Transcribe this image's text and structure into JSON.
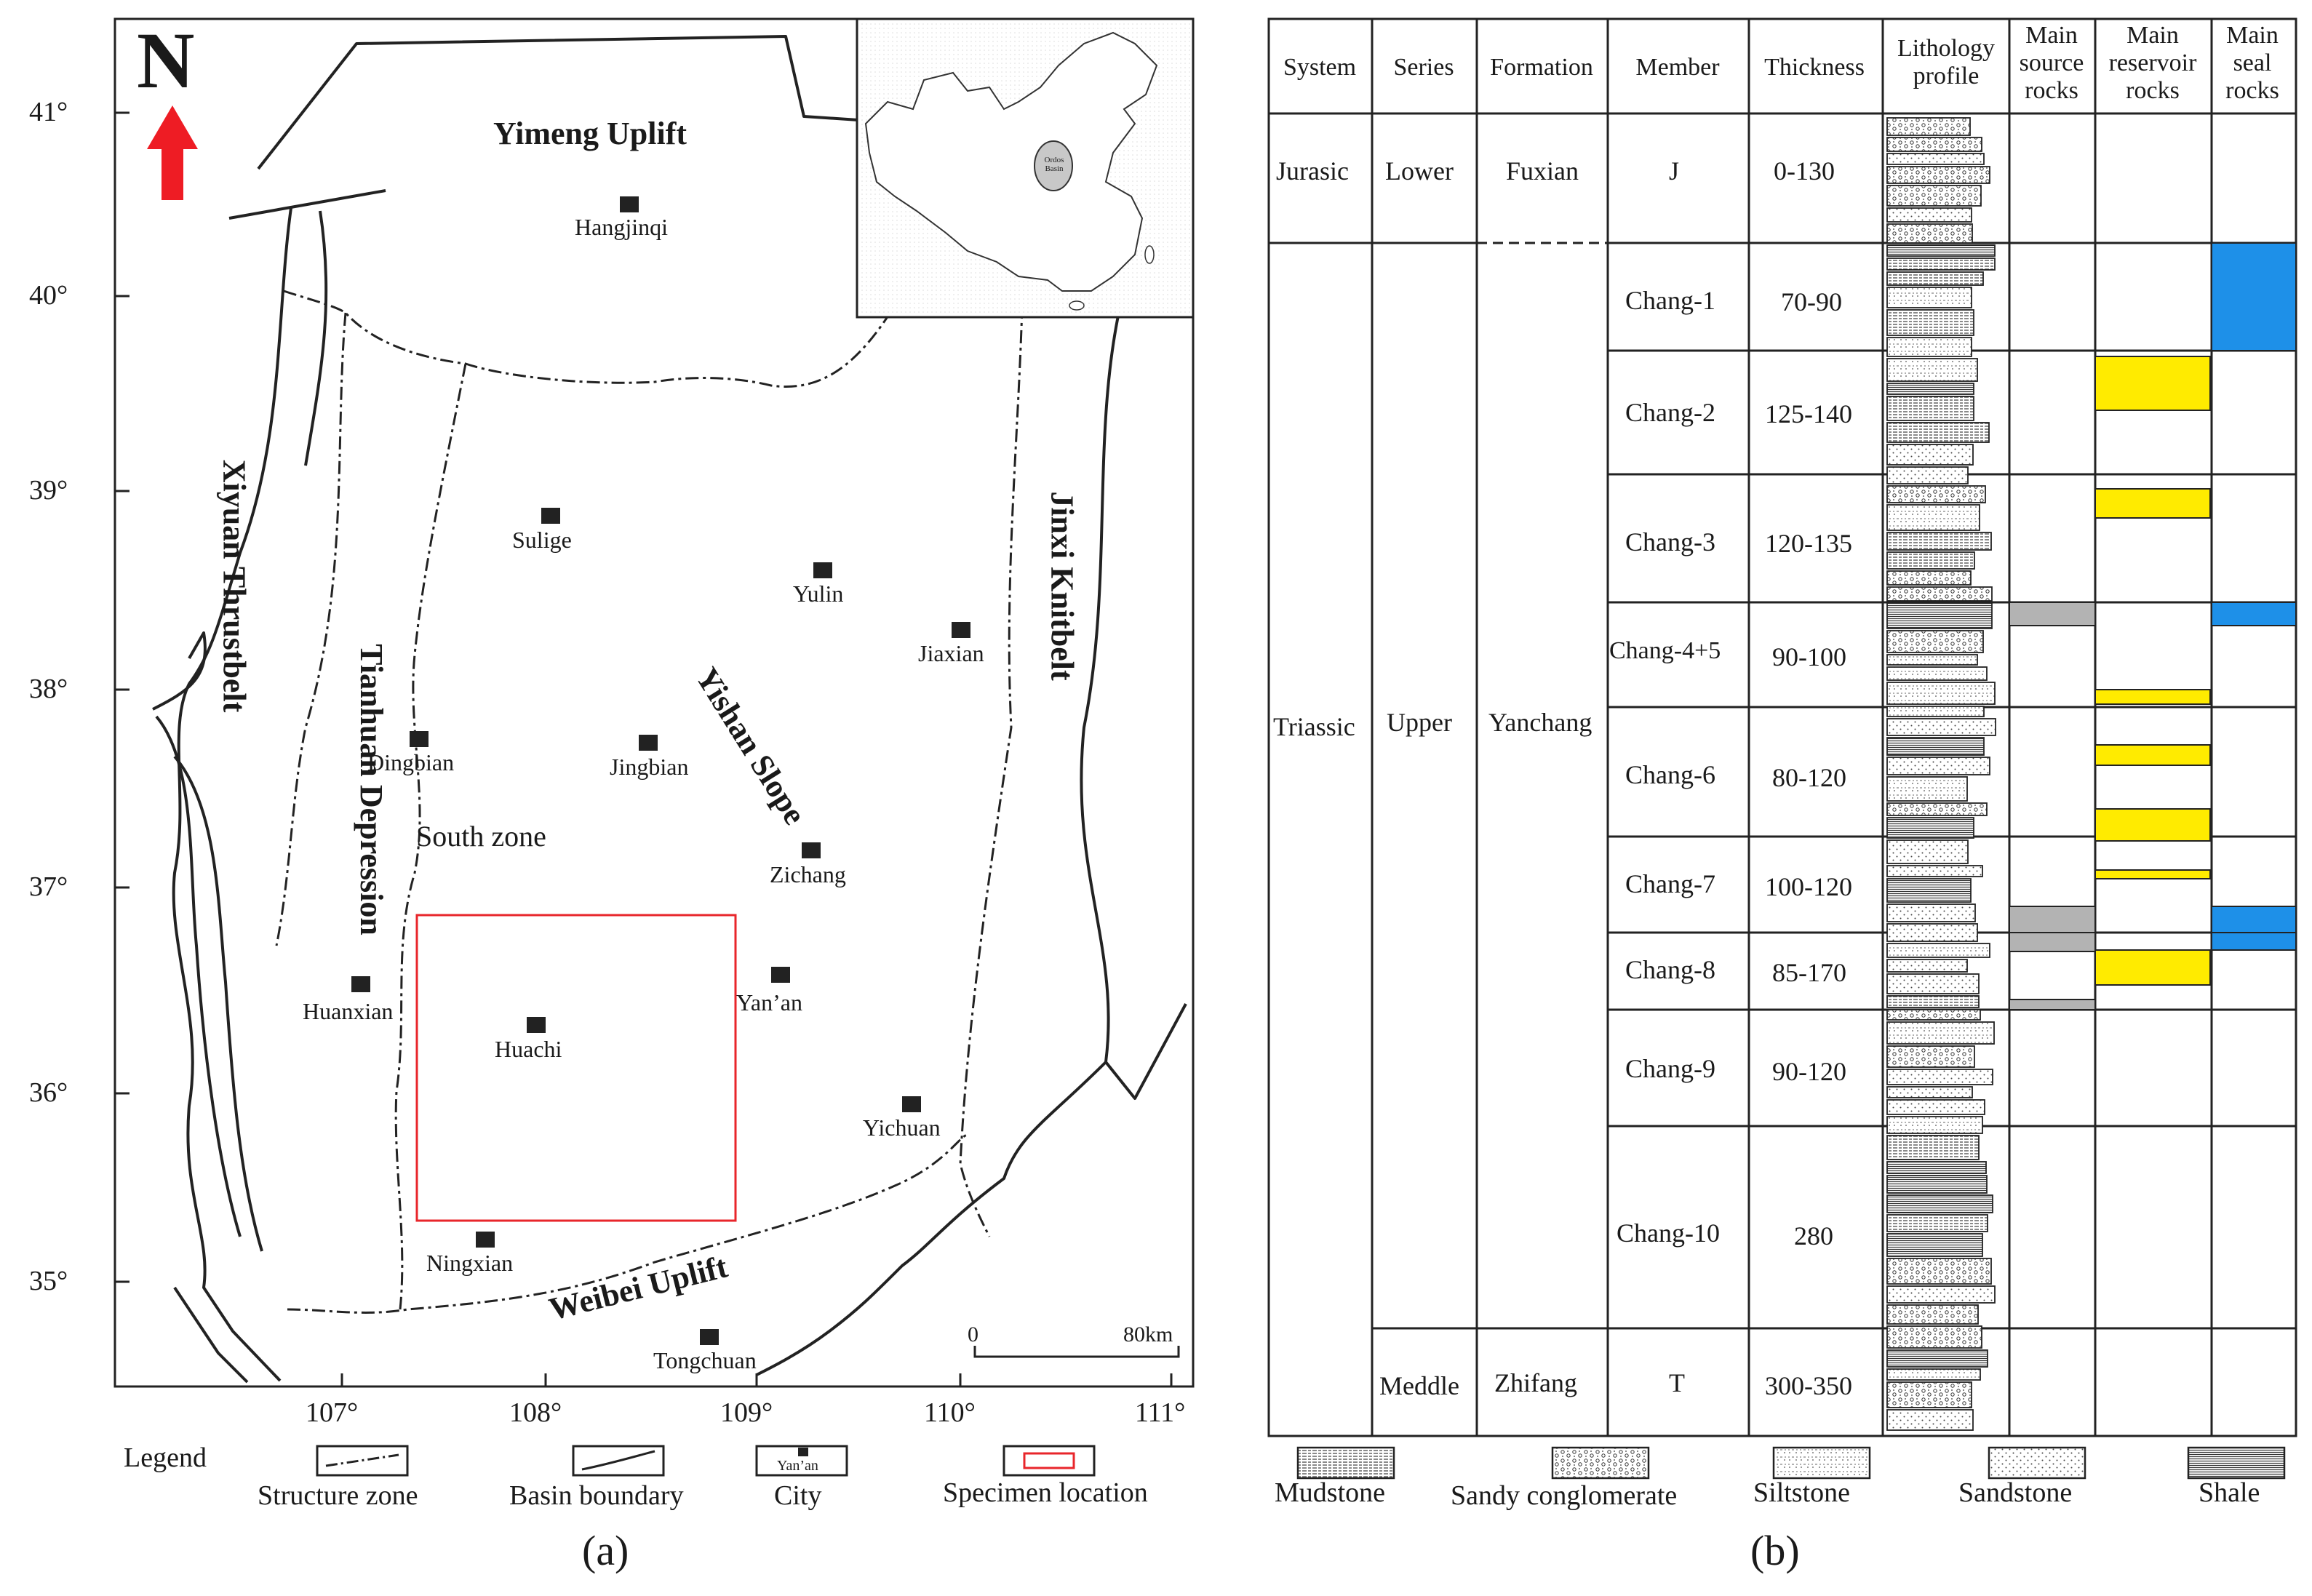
{
  "map": {
    "north": "N",
    "regions": {
      "yimeng": "Yimeng Uplift",
      "xiyuan": "Xiyuan Thrustbelt",
      "tianhuan": "Tianhuan Depression",
      "yishan": "Yishan Slope",
      "jinxi": "Jinxi Knitbelt",
      "weibei": "Weibei Uplift",
      "south_zone": "South zone"
    },
    "cities": [
      "Hangjinqi",
      "Sulige",
      "Yulin",
      "Jiaxian",
      "Dingbian",
      "Jingbian",
      "Zichang",
      "Huanxian",
      "Huachi",
      "Yan’an",
      "Yichuan",
      "Ningxian",
      "Tongchuan"
    ],
    "lat_ticks": [
      "41°",
      "40°",
      "39°",
      "38°",
      "37°",
      "36°",
      "35°"
    ],
    "lon_ticks": [
      "107°",
      "108°",
      "109°",
      "110°",
      "111°"
    ],
    "scale": {
      "start": "0",
      "end": "80km"
    },
    "inset_label": "Ordos Basin",
    "legend": {
      "title": "Legend",
      "items": [
        "Structure zone",
        "Basin boundary",
        "City",
        "Specimen location"
      ],
      "city_sample": "Yan’an"
    },
    "colors": {
      "arrow": "#ee1c24",
      "specimen": "#e8262b"
    }
  },
  "strat": {
    "headers": [
      "System",
      "Series",
      "Formation",
      "Member",
      "Thickness",
      "Lithology profile",
      "Main source rocks",
      "Main reservoir rocks",
      "Main seal rocks"
    ],
    "systems": [
      "Jurasic",
      "Triassic"
    ],
    "series": [
      "Lower",
      "Upper",
      "Meddle"
    ],
    "formations": [
      "Fuxian",
      "Yanchang",
      "Zhifang"
    ],
    "members": [
      {
        "name": "J",
        "thickness": "0-130"
      },
      {
        "name": "Chang-1",
        "thickness": "70-90"
      },
      {
        "name": "Chang-2",
        "thickness": "125-140"
      },
      {
        "name": "Chang-3",
        "thickness": "120-135"
      },
      {
        "name": "Chang-4+5",
        "thickness": "90-100"
      },
      {
        "name": "Chang-6",
        "thickness": "80-120"
      },
      {
        "name": "Chang-7",
        "thickness": "100-120"
      },
      {
        "name": "Chang-8",
        "thickness": "85-170"
      },
      {
        "name": "Chang-9",
        "thickness": "90-120"
      },
      {
        "name": "Chang-10",
        "thickness": "280"
      },
      {
        "name": "T",
        "thickness": "300-350"
      }
    ],
    "legend": [
      "Mudstone",
      "Sandy conglomerate",
      "Siltstone",
      "Sandstone",
      "Shale"
    ],
    "colors": {
      "source": "#b3b3b3",
      "reservoir": "#ffeb00",
      "seal": "#1e90e8"
    }
  },
  "panels": {
    "a": "(a)",
    "b": "(b)"
  }
}
